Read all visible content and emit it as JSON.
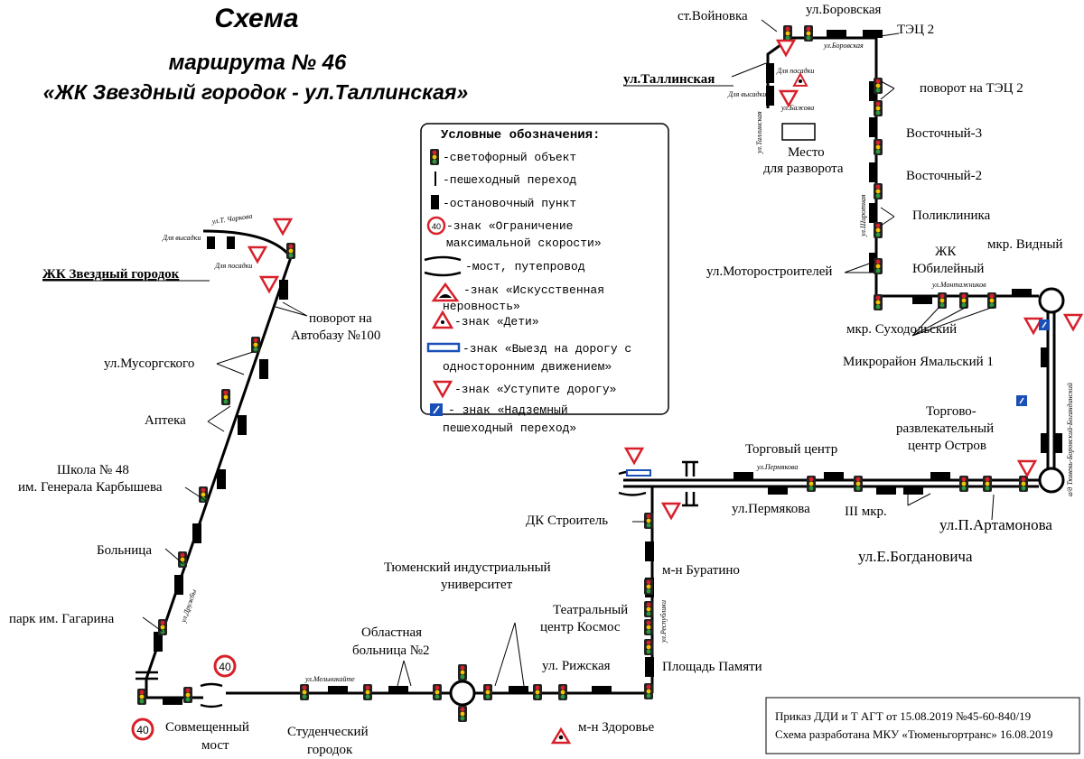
{
  "title": {
    "line1": "Схема",
    "line2": "маршрута № 46",
    "line3": "«ЖК Звездный городок - ул.Таллинская»"
  },
  "terminals": {
    "start": "ЖК Звездный городок",
    "end": "ул.Таллинская"
  },
  "streets": {
    "charkova": "ул.Т. Чаркова",
    "druzhby": "ул.Дружбы",
    "melnikaite": "ул.Мельникайте",
    "respubliki": "ул.Республики",
    "permyakova": "ул.Пермякова",
    "bogandinsky": "а/д Тюмень-Боровский-Богандинский",
    "montazhnikov": "ул.Монтажников",
    "shirotnaya": "ул.Широтная",
    "borovskaya": "ул.Боровская",
    "tallinskaya": "ул.Таллинская",
    "bazhova": "ул.Бажова"
  },
  "small_notes": {
    "drop_off": "Для высадки",
    "pick_up": "Для посадки",
    "drop_off_2": "Для высадки",
    "pick_up_2": "Для посадки"
  },
  "stops": [
    "поворот на Автобазу №100",
    "ул.Мусоргского",
    "Аптека",
    "Школа № 48 им. Генерала Карбышева",
    "Больница",
    "парк им. Гагарина",
    "Совмещенный мост",
    "Студенческий городок",
    "Областная больница №2",
    "Тюменский индустриальный университет",
    "м-н Здоровье",
    "ул. Рижская",
    "Площадь Памяти",
    "Театральный центр Космос",
    "м-н Буратино",
    "ДК Строитель",
    "ул.Пермякова",
    "Торговый центр",
    "III мкр.",
    "ул.Е.Богдановича",
    "ул.П.Артамонова",
    "Торгово-развлекательный центр Остров",
    "Микрорайон Ямальский 1",
    "мкр. Суходольский",
    "мкр. Видный",
    "ЖК Юбилейный",
    "ул.Моторостроителей",
    "Поликлиника",
    "Восточный-2",
    "Восточный-3",
    "поворот на ТЭЦ 2",
    "ТЭЦ 2",
    "ул.Боровская",
    "ст.Войновка",
    "Место для разворота"
  ],
  "stop_label_parts": {
    "avtobaza_1": "поворот на",
    "avtobaza_2": "Автобазу №100",
    "school_1": "Школа № 48",
    "school_2": "им. Генерала Карбышева",
    "most_1": "Совмещенный",
    "most_2": "мост",
    "stud_1": "Студенческий",
    "stud_2": "городок",
    "obl_1": "Областная",
    "obl_2": "больница №2",
    "univ_1": "Тюменский индустриальный",
    "univ_2": "университет",
    "kosmos_1": "Театральный",
    "kosmos_2": "центр Космос",
    "ostrov_1": "Торгово-",
    "ostrov_2": "развлекательный",
    "ostrov_3": "центр Остров",
    "zhk_1": "ЖК",
    "zhk_2": "Юбилейный",
    "razv_1": "Место",
    "razv_2": "для разворота"
  },
  "speed_limit": "40",
  "legend": {
    "title": "Условные обозначения:",
    "items": [
      {
        "icon": "traffic-light-icon",
        "text": "-светофорный объект"
      },
      {
        "icon": "crosswalk-icon",
        "text": "-пешеходный переход"
      },
      {
        "icon": "bus-stop-icon",
        "text": "-остановочный пункт"
      },
      {
        "icon": "speed-limit-icon",
        "text": "-знак «Ограничение",
        "text2": "максимальной скорости»"
      },
      {
        "icon": "bridge-icon",
        "text": "-мост, путепровод"
      },
      {
        "icon": "speed-bump-sign-icon",
        "text": "-знак «Искусственная",
        "text2": "неровность»"
      },
      {
        "icon": "children-sign-icon",
        "text": "-знак «Дети»"
      },
      {
        "icon": "one-way-exit-sign-icon",
        "text": "-знак «Выезд на дорогу с",
        "text2": "односторонним движением»"
      },
      {
        "icon": "yield-sign-icon",
        "text": "-знак «Уступите дорогу»"
      },
      {
        "icon": "overpass-crossing-sign-icon",
        "text": "- знак «Надземный",
        "text2": "пешеходный переход»"
      }
    ]
  },
  "order": {
    "line1": "Приказ ДДИ и Т АГТ от 15.08.2019 №45-60-840/19",
    "line2": "Схема разработана МКУ «Тюменьгортранс» 16.08.2019"
  },
  "colors": {
    "route": "#000000",
    "sign_red": "#d8202a",
    "sign_blue": "#1a4fb8",
    "light_yellow": "#f4c400",
    "light_red": "#d8202a",
    "light_green": "#2a9a3a"
  }
}
